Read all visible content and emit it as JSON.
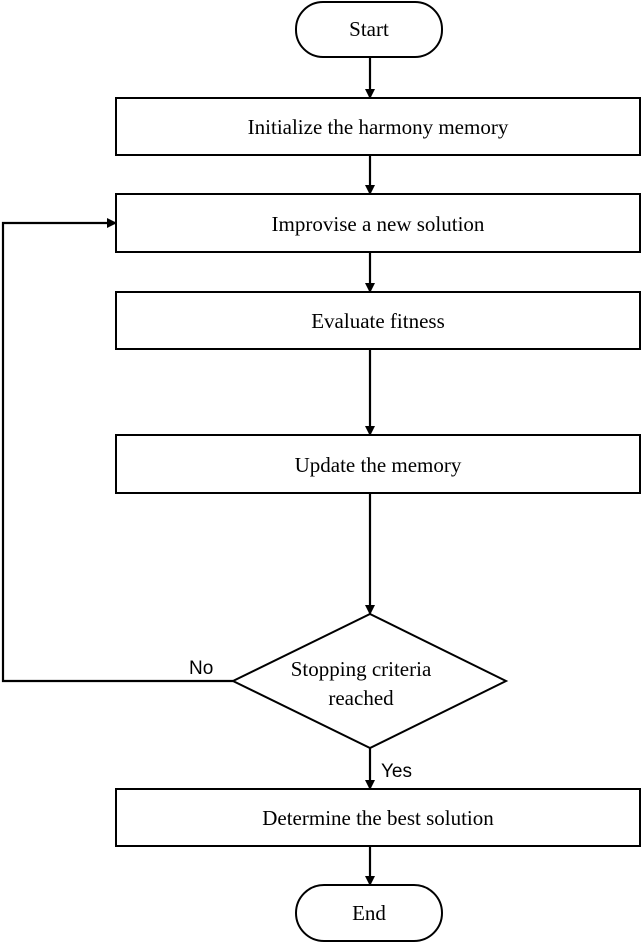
{
  "flowchart": {
    "start": "Start",
    "init": "Initialize the harmony memory",
    "improvise": "Improvise a new solution",
    "evaluate": "Evaluate fitness",
    "update": "Update the memory",
    "decision_line1": "Stopping criteria",
    "decision_line2": "reached",
    "label_no": "No",
    "label_yes": "Yes",
    "best": "Determine the best solution",
    "end": "End"
  }
}
